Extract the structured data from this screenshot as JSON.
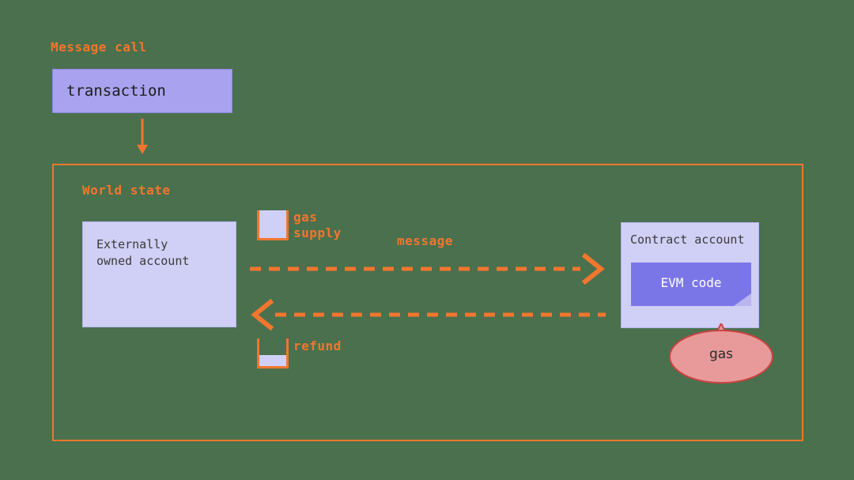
{
  "diagram": {
    "title": "Message call",
    "background_color": "#4a704d",
    "accent_color": "#f2762e",
    "node_fill_light": "#d0cff5",
    "node_fill_mid": "#a9a3ef",
    "node_fill_dark": "#7b76e8",
    "burst_color": "#e89a9a"
  },
  "sections": {
    "message_call_label": "Message call",
    "world_state_label": "World state"
  },
  "nodes": {
    "transaction": {
      "label": "transaction"
    },
    "externally_owned_account": {
      "label": "Externally\nowned account"
    },
    "contract_account": {
      "label": "Contract account"
    },
    "evm_code": {
      "label": "EVM code"
    },
    "gas_burst": {
      "label": "gas"
    }
  },
  "meters": {
    "gas_supply": {
      "label": "gas\nsupply",
      "fill_percent": 100
    },
    "refund": {
      "label": "refund",
      "fill_percent": 40
    }
  },
  "edges": {
    "transaction_to_world_state": {
      "label": "",
      "style": "solid",
      "direction": "down"
    },
    "message": {
      "label": "message",
      "style": "dashed",
      "direction": "right"
    },
    "refund_return": {
      "label": "",
      "style": "dashed",
      "direction": "left"
    }
  },
  "icons": {
    "down_arrow": "arrow-down-icon",
    "right_arrow": "arrow-right-icon",
    "left_arrow": "arrow-left-icon",
    "beaker": "beaker-icon",
    "burst": "burst-icon"
  }
}
